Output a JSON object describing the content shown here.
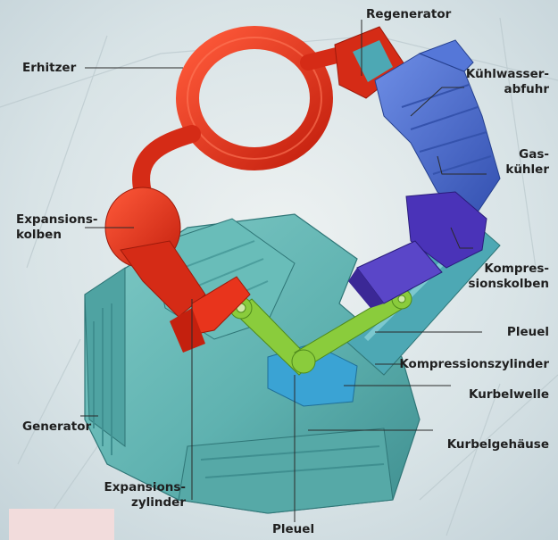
{
  "colors": {
    "background": "#d6e1e6",
    "heater": "#e8341c",
    "cooler": "#4d6fd0",
    "compression_piston": "#4a33b8",
    "engine_body": "#5fb2b0",
    "conrod": "#8acc3c",
    "crankshaft": "#3aa3d4",
    "label_text": "#1f1f1f",
    "leader_line": "#2a2a2a"
  },
  "labels": {
    "regenerator": "Regenerator",
    "erhitzer": "Erhitzer",
    "kuehlwasser_1": "Kühlwasser-",
    "kuehlwasser_2": "abfuhr",
    "gaskuehler_1": "Gas-",
    "gaskuehler_2": "kühler",
    "expansionskolben_1": "Expansions-",
    "expansionskolben_2": "kolben",
    "kompressionskolben_1": "Kompres-",
    "kompressionskolben_2": "sionskolben",
    "pleuel_right": "Pleuel",
    "kompressionszylinder": "Kompressionszylinder",
    "kurbelwelle": "Kurbelwelle",
    "kurbelgehaeuse": "Kurbelgehäuse",
    "generator": "Generator",
    "expansionszylinder_1": "Expansions-",
    "expansionszylinder_2": "zylinder",
    "pleuel_bottom": "Pleuel"
  }
}
